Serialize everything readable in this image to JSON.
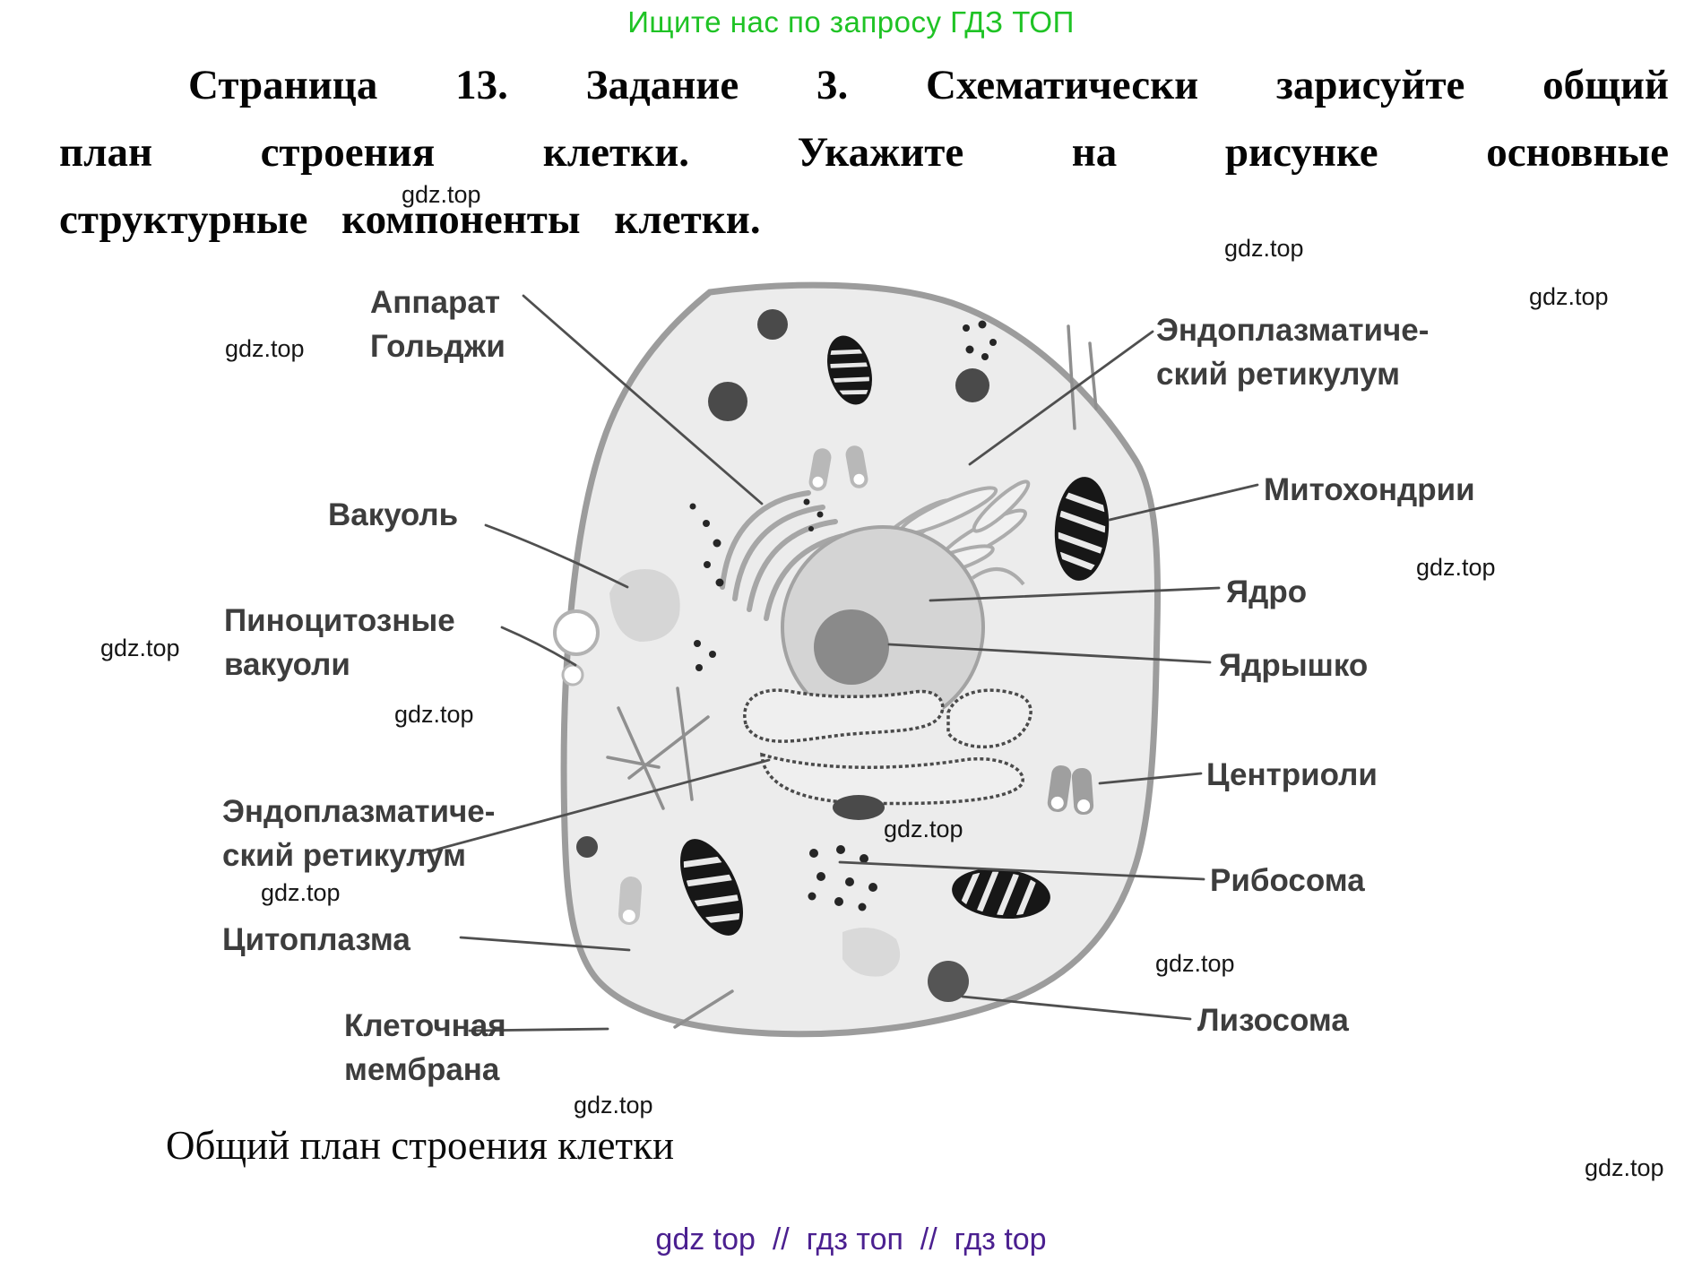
{
  "promo": {
    "text": "Ищите нас по запросу ГДЗ ТОП"
  },
  "task": {
    "line1": "Страница 13. Задание 3. Схематически зарисуйте общий",
    "line2": "план строения клетки. Укажите на рисунке основные",
    "line3": "структурные компоненты клетки."
  },
  "watermark": {
    "text": "gdz.top"
  },
  "diagram": {
    "labels": {
      "golgi": {
        "line1": "Аппарат",
        "line2": "Гольджи"
      },
      "vacuole": {
        "line1": "Вакуоль"
      },
      "pinocytotic": {
        "line1": "Пиноцитозные",
        "line2": "вакуоли"
      },
      "er_left": {
        "line1": "Эндоплазматиче-",
        "line2": "ский ретикулум"
      },
      "cytoplasm": {
        "line1": "Цитоплазма"
      },
      "membrane": {
        "line1": "Клеточная",
        "line2": "мембрана"
      },
      "er_right": {
        "line1": "Эндоплазматиче-",
        "line2": "ский ретикулум"
      },
      "mitochondria": {
        "line1": "Митохондрии"
      },
      "nucleus": {
        "line1": "Ядро"
      },
      "nucleolus": {
        "line1": "Ядрышко"
      },
      "centrioles": {
        "line1": "Центриоли"
      },
      "ribosome": {
        "line1": "Рибосома"
      },
      "lysosome": {
        "line1": "Лизосома"
      }
    },
    "caption": "Общий план строения клетки"
  },
  "footer": {
    "text": "gdz top  //  гдз топ  //  гдз top"
  },
  "colors": {
    "promo_green": "#1fc325",
    "footer_purple": "#4b2090",
    "cell_fill": "#ececec",
    "cell_stroke": "#9c9c9c",
    "nucleus_fill": "#d4d4d4",
    "nucleolus_fill": "#8a8a8a",
    "organelle_dark": "#171717",
    "label_gray": "#3d3d3d"
  }
}
